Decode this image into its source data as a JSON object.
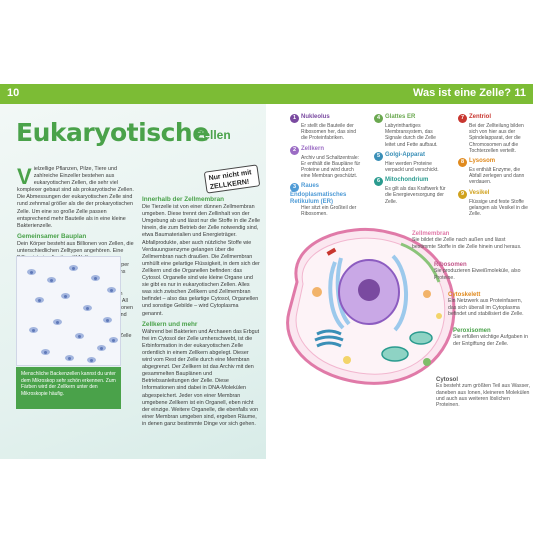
{
  "header": {
    "page_left": "10",
    "title_right": "Was ist eine Zelle?",
    "page_right": "11"
  },
  "left_page": {
    "title": "Eukaryotische",
    "title_sub": "Zellen",
    "stamp": "Nur nicht mit ZELLKERN!",
    "intro_dropcap": "V",
    "intro_text": "ielzellige Pflanzen, Pilze, Tiere und zahlreiche Einzeller bestehen aus eukaryotischen Zellen, die sehr viel komplexer gebaut sind als prokaryotische Zellen. Die Abmessungen der eukaryotischen Zelle sind rund zehnmal größer als die der prokaryotischen Zelle. Um eine so große Zelle passen entsprechend mehr Bauteile als in eine kleine Bakterienzelle.",
    "h1": "Gemeinsamer Bauplan",
    "p1": "Dein Körper besteht aus Billionen von Zellen, die unterschiedlichen Zelltypen angehören. Eine Billion ist eine 1 mit zwölf Nullen: 1.000.000.000.000. Da sind in unserem Körper zum Beispiel Muskelzellen, mit denen wir uns bewegen, und Knochenzellen, die uns Halt geben. Andere Zellen produzieren Verdauungsenzyme und Nervenzellen leiten Informationen weiter und verarbeiten diese. All diese Zellen mit ihren verschiedenen Funktionen sehen unter dem Mikroskop anders aus – und dennoch haben sie einen gemeinsamen Bauplan. Sehen wir uns am Beispiel der tierischen Zelle an, wie eine eukaryotische Zelle grundsätzlich aufgebaut ist.",
    "h2": "Innerhalb der Zellmembran",
    "p2": "Die Tierzelle ist von einer dünnen Zellmembran umgeben. Diese trennt den Zellinhalt von der Umgebung ab und lässt nur die Stoffe in die Zelle hinein, die zum Betrieb der Zelle notwendig sind, etwa Baumaterialien und Energieträger. Abfallprodukte, aber auch nützliche Stoffe wie Verdauungsenzyme gelangen über die Zellmembran nach draußen. Die Zellmembran umhüllt eine gelartige Flüssigkeit, in dem sich der Zellkern und die Organellen befinden: das Cytosol. Organelle sind wie kleine Organe und sie gibt es nur in eukaryotischen Zellen. Alles was sich zwischen Zellkern und Zellmembran befindet – also das gelartige Cytosol, Organellen und sonstige Gebilde – wird Cytoplasma genannt.",
    "h3": "Zellkern und mehr",
    "p3": "Während bei Bakterien und Archaeen das Erbgut frei im Cytosol der Zelle umherschwebt, ist die Erbinformation in der eukaryotischen Zelle ordentlich in einem Zellkern abgelegt. Dieser wird vom Rest der Zelle durch eine Membran abgegrenzt. Der Zellkern ist das Archiv mit den gesammelten Bauplänen und Betriebsanleitungen der Zelle. Diese Informationen sind dabei in DNA-Molekülen abgespeichert. Jeder von einer Membran umgebene Zellkern ist ein Organell, eben nicht der einzige. Weitere Organelle, die ebenfalls von einer Membran umgeben sind, ergeben Räume, in denen ganz bestimmte Dinge vor sich gehen.",
    "caption": "Menschliche Backenzellen kannst du unter dem Mikroskop sehr schön erkennen. Zum Färben wird der Zellkern unter den Mikroskopie häufig."
  },
  "legend": [
    {
      "num": "1",
      "name": "Nukleolus",
      "desc": "Er stellt die Bauteile der Ribosomen her, das sind die Proteinfabriken.",
      "color": "#7a4aa0"
    },
    {
      "num": "2",
      "name": "Zellkern",
      "desc": "Archiv und Schaltzentrale: Er enthält die Baupläne für Proteine und wird durch eine Membran geschützt.",
      "color": "#9b6cc4"
    },
    {
      "num": "3",
      "name": "Raues Endoplasmatisches Retikulum (ER)",
      "desc": "Hier sitzt ein Großteil der Ribosomen.",
      "color": "#4f9bd6"
    },
    {
      "num": "4",
      "name": "Glattes ER",
      "desc": "Labyrinthartiges Membransystem, das Signale durch die Zelle leitet und Fette aufbaut.",
      "color": "#6aa84f"
    },
    {
      "num": "5",
      "name": "Golgi-Apparat",
      "desc": "Hier werden Proteine verpackt und verschickt.",
      "color": "#3a8fb7"
    },
    {
      "num": "6",
      "name": "Mitochondrium",
      "desc": "Es gilt als das Kraftwerk für die Energieversorgung der Zelle.",
      "color": "#2a9b8f"
    },
    {
      "num": "7",
      "name": "Zentriol",
      "desc": "Bei der Zellteilung bilden sich von hier aus der Spindelapparat, der die Chromosomen auf die Tochterzellen verteilt.",
      "color": "#c8362f"
    },
    {
      "num": "8",
      "name": "Lysosom",
      "desc": "Es enthält Enzyme, die Abfall zerlegen und dann verdauen.",
      "color": "#e08a1e"
    },
    {
      "num": "9",
      "name": "Vesikel",
      "desc": "Flüssige und feste Stoffe gelangen als Vesikel in die Zelle.",
      "color": "#d0a21e"
    }
  ],
  "labels": {
    "zellmembran": {
      "name": "Zellmembran",
      "desc": "Sie bildet die Zelle nach außen und lässt bestimmte Stoffe in die Zelle hinein und heraus."
    },
    "ribosomen": {
      "name": "Ribosomen",
      "desc": "Sie produzieren Eiweißmoleküle, also Proteine."
    },
    "cytoskelett": {
      "name": "Cytoskelett",
      "desc": "Ein Netzwerk aus Proteinfasern, das sich überall im Cytoplasma befindet und stabilisiert die Zelle."
    },
    "peroxisomen": {
      "name": "Peroxisomen",
      "desc": "Sie erfüllen wichtige Aufgaben in der Entgiftung der Zelle."
    },
    "cytosol": {
      "name": "Cytosol",
      "desc": "Es besteht zum größten Teil aus Wasser, daneben aus Ionen, kleineren Molekülen und auch aus weiteren löslichen Proteinen."
    }
  },
  "colors": {
    "accent_green": "#4aa24a",
    "bar_green": "#7cbc35",
    "membrane_pink": "#e07aa8",
    "nucleus_purple": "#9b6cc4"
  }
}
